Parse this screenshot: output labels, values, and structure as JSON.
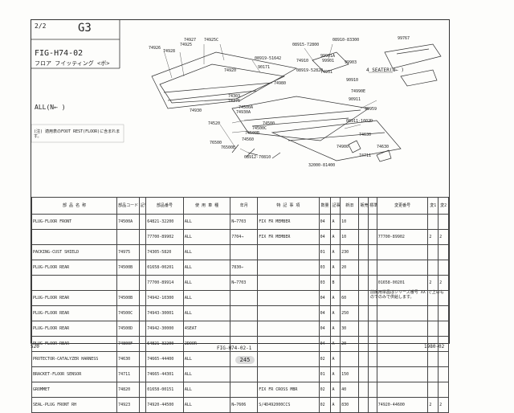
{
  "header": {
    "sheet": "2/2",
    "group": "G3",
    "fig": "FIG-H74-02",
    "title_jp": "フロア フイッティング <ボ>",
    "condition": "ALL(N←      )",
    "note": "(注) 適用表のFOOT REST(FLOOR)に含まれます。",
    "seater": "4 SEATER(N←    )"
  },
  "callouts": [
    "74926",
    "74928",
    "74927",
    "74925",
    "74925C",
    "08919-51642",
    "74920",
    "90171",
    "08915-72800",
    "08910-83300",
    "99767",
    "99901A",
    "99901",
    "74910",
    "74980",
    "08919-52820",
    "99903",
    "74931",
    "90910",
    "74990E",
    "74303",
    "74375",
    "74930",
    "74500A",
    "74520",
    "99959",
    "74930A",
    "90911",
    "74500C",
    "74500B",
    "74500",
    "74560",
    "76500",
    "76500E",
    "08911-1002D",
    "74630",
    "74900",
    "74711",
    "74630",
    "08912-70810",
    "32000-81400"
  ],
  "table": {
    "columns": [
      "部 品 名 称",
      "部品コード",
      "記号",
      "部品番号",
      "使 用 車 種",
      "年月",
      "特 記 事 項",
      "数量",
      "記事",
      "新旧",
      "販売",
      "標準付属",
      "変更番号",
      "変1",
      "変2"
    ],
    "rows": [
      [
        "PLUG-FLOOR FRONT",
        "74500A",
        "",
        "64821-32200",
        "ALL",
        "N←7703",
        "FIX FR MEMBER",
        "04",
        "A",
        "10",
        "",
        "",
        "",
        "",
        ""
      ],
      [
        "",
        "",
        "",
        "77700-89902",
        "ALL",
        "7704→",
        "FIX FR MEMBER",
        "04",
        "A",
        "10",
        "",
        "",
        "77700-89902",
        "2",
        "2"
      ],
      [
        "PACKING-CUST SHIELD",
        "74975",
        "",
        "74305-5820",
        "ALL",
        "",
        "",
        "01",
        "A",
        "230",
        "",
        "",
        "",
        "",
        ""
      ],
      [
        "PLUG-FLOOR REAR",
        "74500B",
        "",
        "01658-00201",
        "ALL",
        "7830←",
        "",
        "03",
        "A",
        "20",
        "",
        "",
        "",
        "",
        ""
      ],
      [
        "",
        "",
        "",
        "77700-89914",
        "ALL",
        "N←7703",
        "",
        "03",
        "B",
        "",
        "",
        "",
        "01658-00201",
        "2",
        "2"
      ],
      [
        "PLUG-FLOOR REAR",
        "74500B",
        "",
        "74942-10300",
        "ALL",
        "",
        "",
        "04",
        "A",
        "60",
        "",
        "",
        "",
        "",
        ""
      ],
      [
        "PLUG-FLOOR REAR",
        "74500C",
        "",
        "74943-30001",
        "ALL",
        "",
        "",
        "04",
        "A",
        "250",
        "",
        "",
        "",
        "",
        ""
      ],
      [
        "PLUG-FLOOR REAR",
        "74500D",
        "",
        "74942-30000",
        "4SEAT",
        "",
        "",
        "04",
        "A",
        "30",
        "",
        "",
        "",
        "",
        ""
      ],
      [
        "PLUG-FLOOR REAR",
        "74800F",
        "",
        "64821-32200",
        "2DOOR",
        "",
        "",
        "04",
        "A",
        "20",
        "",
        "",
        "",
        "",
        ""
      ],
      [
        "PROTECTOR-CATALYZER HARNESS",
        "74630",
        "",
        "74665-44400",
        "ALL",
        "",
        "",
        "02",
        "A",
        "",
        "",
        "",
        "",
        "",
        ""
      ],
      [
        "BRACKET-FLOOR SENSOR",
        "74711",
        "",
        "74665-44301",
        "ALL",
        "",
        "",
        "01",
        "A",
        "150",
        "",
        "",
        "",
        "",
        ""
      ],
      [
        "GROMMET",
        "74820",
        "",
        "01658-00151",
        "ALL",
        "",
        "FIX FR CROSS MBR",
        "02",
        "A",
        "40",
        "",
        "",
        "",
        "",
        ""
      ],
      [
        "SEAL-PLUG FRONT RH",
        "74923",
        "",
        "74920-44500",
        "ALL",
        "N←7606",
        "S/4D492000CCS",
        "02",
        "A",
        "830",
        "",
        "",
        "74920-44600",
        "2",
        "2"
      ]
    ],
    "side_note": "前席用単品はシリーズ番号 XX で上のものでのみで供給します。"
  },
  "footer": {
    "left": "520",
    "center": "FIG-H74-02-1",
    "page": "245",
    "right": "1980-02"
  }
}
